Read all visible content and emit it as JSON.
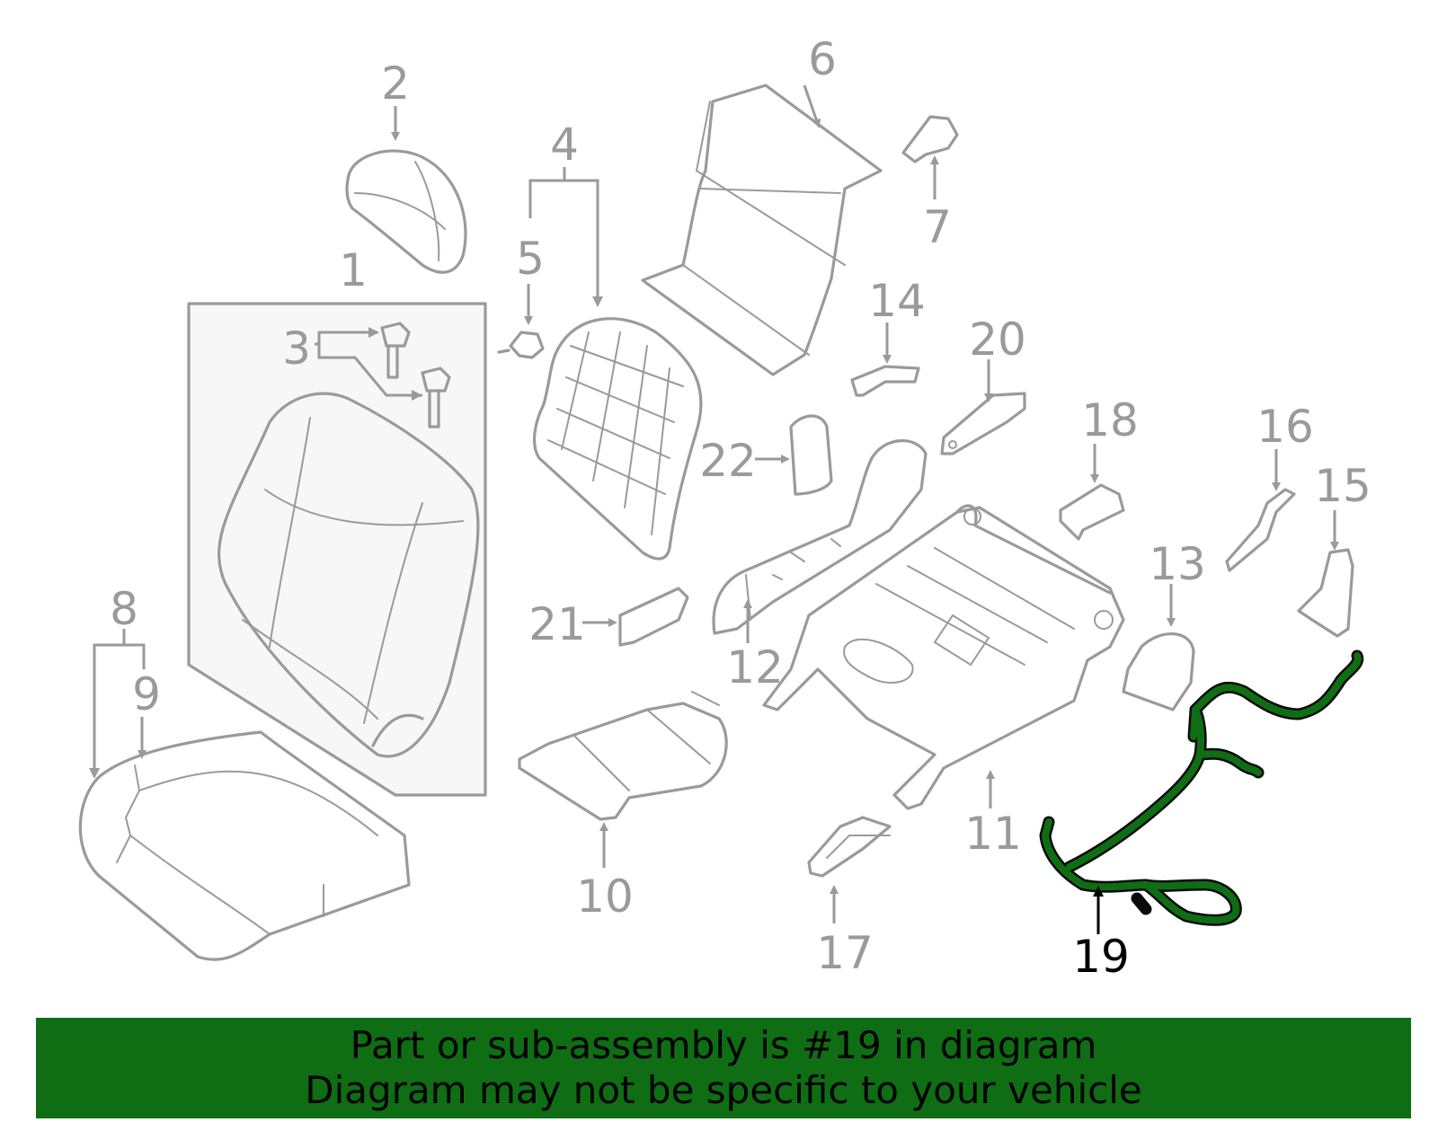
{
  "diagram": {
    "callouts": [
      "1",
      "2",
      "3",
      "4",
      "5",
      "6",
      "7",
      "8",
      "9",
      "10",
      "11",
      "12",
      "13",
      "14",
      "15",
      "16",
      "17",
      "18",
      "19",
      "20",
      "21",
      "22"
    ],
    "highlighted_callout": "19"
  },
  "banner": {
    "line1": "Part or sub-assembly is #19 in diagram",
    "line2": "Diagram may not be specific to your vehicle"
  },
  "colors": {
    "highlight": "#0f6d14",
    "banner_bg": "#0f6d14",
    "line_gray": "#9a9a9a"
  }
}
